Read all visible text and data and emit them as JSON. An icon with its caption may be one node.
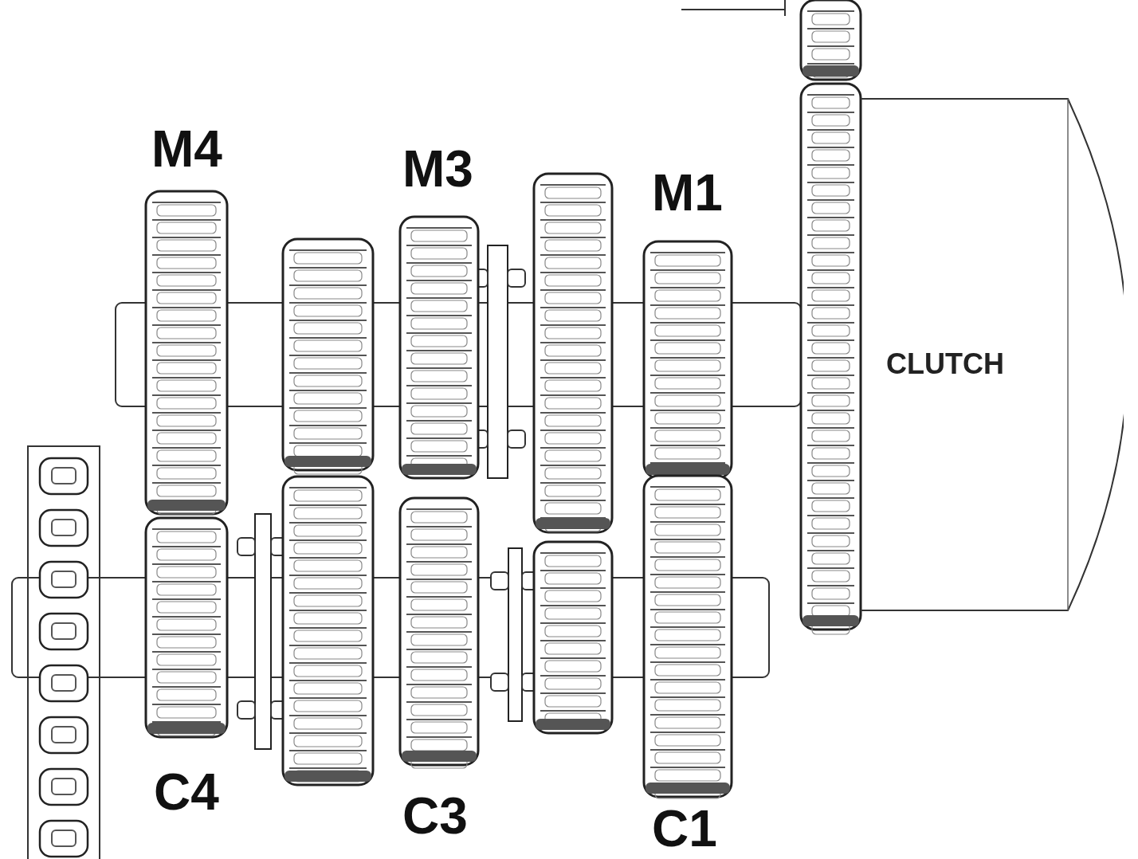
{
  "diagram": {
    "nodes": [
      {
        "text": [
          "CLUTCH"
        ]
      }
    ],
    "edges": [],
    "labels": [
      "M4",
      "M3",
      "M1",
      "C4",
      "C3",
      "C1"
    ]
  }
}
